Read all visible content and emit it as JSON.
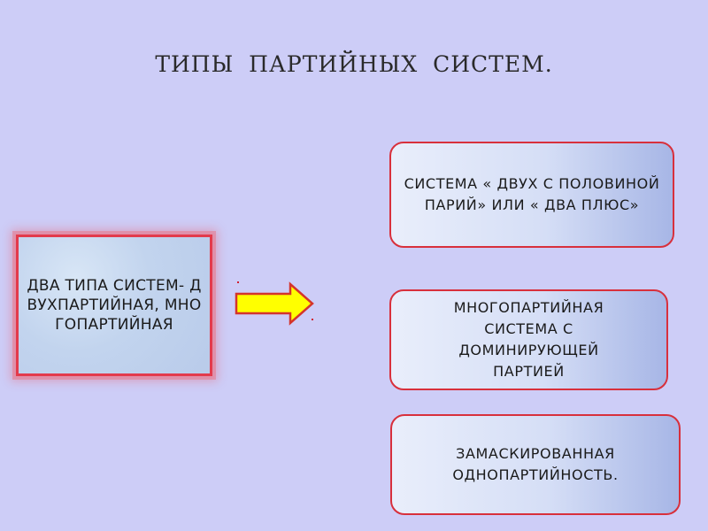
{
  "title": "ТИПЫ  ПАРТИЙНЫХ СИСТЕМ.",
  "left_box": {
    "text": "ДВА ТИПА СИСТЕМ- ДВУХПАРТИЙНАЯ, МНОГОПАРТИЙНАЯ"
  },
  "right_boxes": [
    {
      "text": "СИСТЕМА « ДВУХ С ПОЛОВИНОЙ ПАРИЙ» ИЛИ « ДВА ПЛЮС»"
    },
    {
      "text": "МНОГОПАРТИЙНАЯ СИСТЕМА  С ДОМИНИРУЮЩЕЙ ПАРТИЕЙ"
    },
    {
      "text": "ЗАМАСКИРОВАННАЯ ОДНОПАРТИЙНОСТЬ."
    }
  ],
  "colors": {
    "background": "#cdcdf7",
    "border_red": "#d8303c",
    "arrow_fill": "#ffff00"
  }
}
